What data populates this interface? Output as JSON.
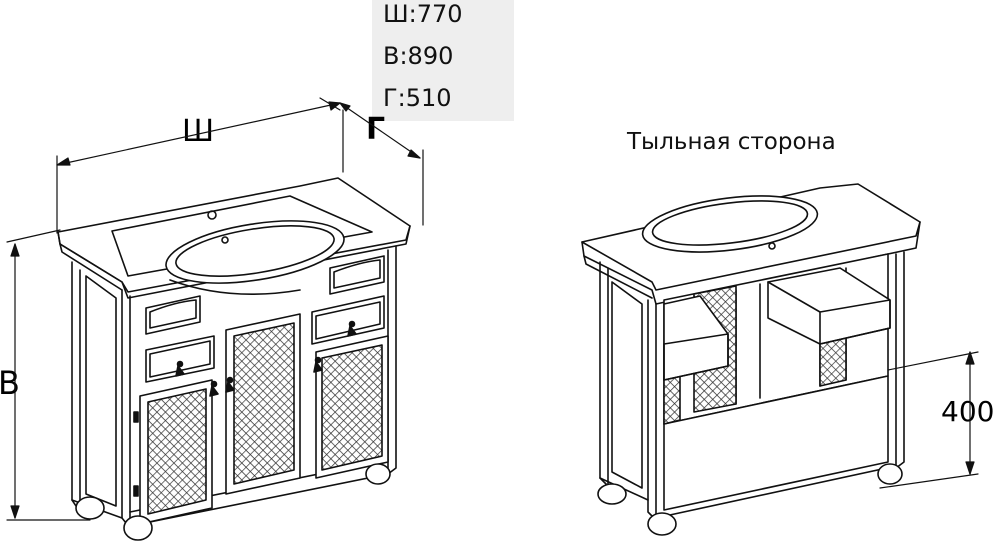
{
  "specs": {
    "width": "Ш:770",
    "height": "В:890",
    "depth": "Г:510"
  },
  "dimensions": {
    "width_label": "Ш",
    "depth_label": "Г",
    "height_label": "В",
    "back_height_value": "400"
  },
  "back_view": {
    "title": "Тыльная сторона"
  }
}
